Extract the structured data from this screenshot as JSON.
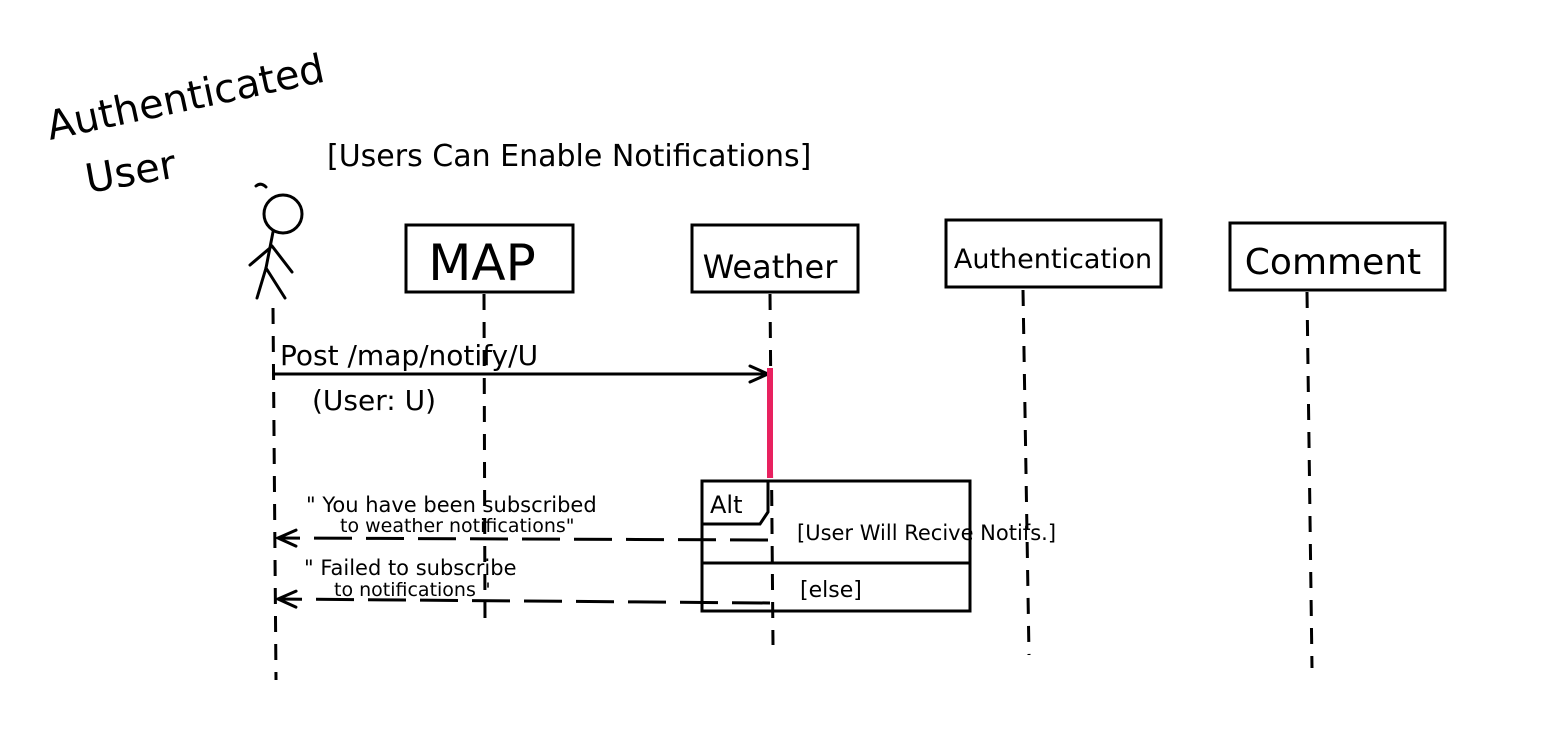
{
  "diagram": {
    "actor": {
      "line1": "Authenticated",
      "line2": "User"
    },
    "guard": "[Users Can Enable Notifications]",
    "participants": [
      {
        "label": "MAP"
      },
      {
        "label": "Weather"
      },
      {
        "label": "Authentication"
      },
      {
        "label": "Comment"
      }
    ],
    "request": {
      "label": "Post /map/notify/U",
      "param": "(User: U)"
    },
    "alt_fragment": {
      "operator": "Alt",
      "condition": "[User Will Recive Notifs.]",
      "else_condition": "[else]"
    },
    "responses": [
      {
        "line1": "\" You have been subscribed",
        "line2": "to weather notifications\""
      },
      {
        "line1": "\" Failed to subscribe",
        "line2": "to notifications \""
      }
    ],
    "colors": {
      "activation": "#e8215f",
      "ink": "#000000"
    }
  }
}
